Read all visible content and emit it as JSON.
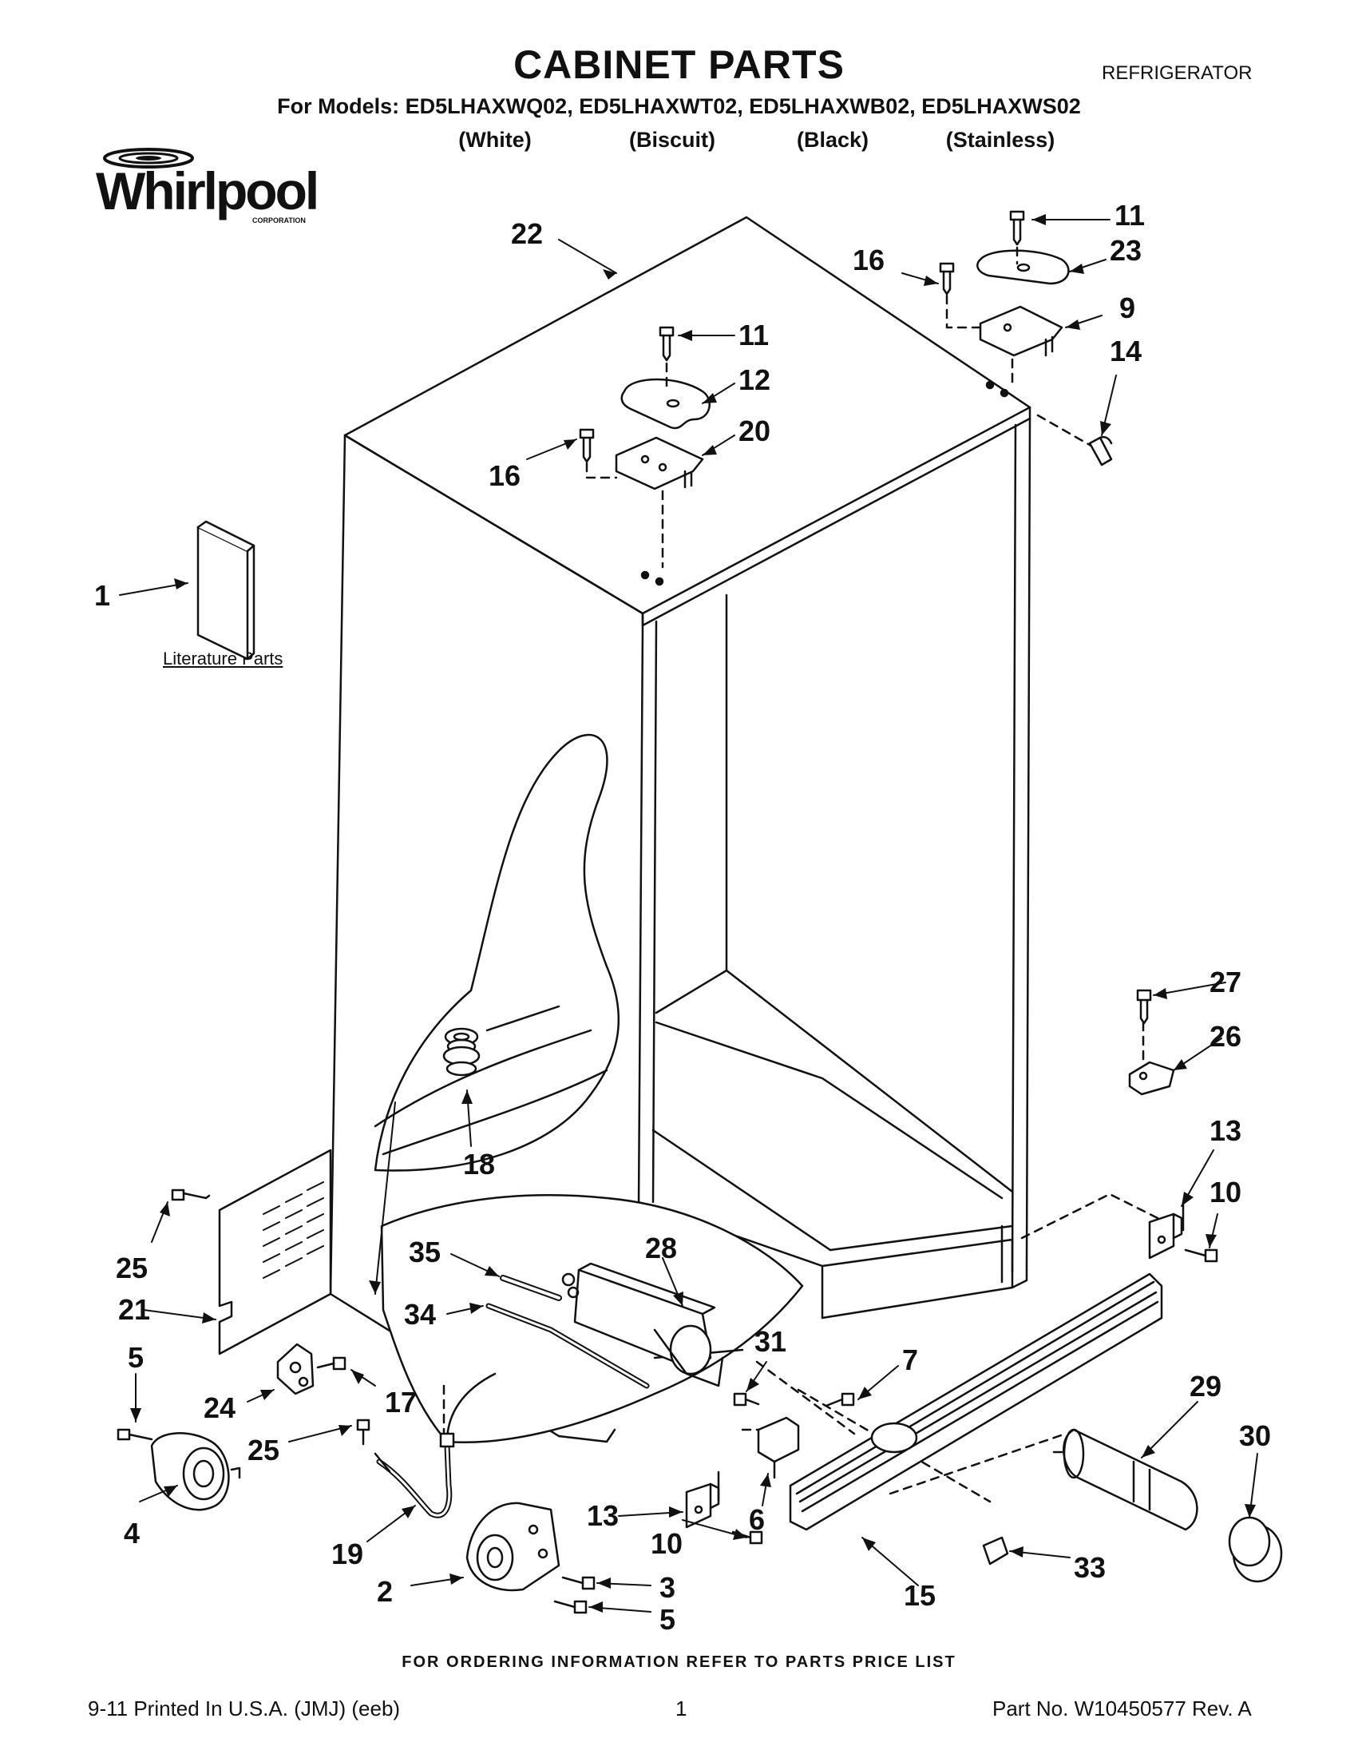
{
  "header": {
    "title": "CABINET PARTS",
    "doc_type": "REFRIGERATOR",
    "models_line": "For Models: ED5LHAXWQ02, ED5LHAXWT02, ED5LHAXWB02, ED5LHAXWS02",
    "colors": [
      "(White)",
      "(Biscuit)",
      "(Black)",
      "(Stainless)"
    ]
  },
  "logo": {
    "brand": "Whirlpool",
    "sub": "CORPORATION"
  },
  "literature_label": "Literature Parts",
  "callouts": {
    "c1": "1",
    "c2": "2",
    "c3": "3",
    "c4": "4",
    "c5a": "5",
    "c5b": "5",
    "c6": "6",
    "c7": "7",
    "c9": "9",
    "c10a": "10",
    "c10b": "10",
    "c11a": "11",
    "c11b": "11",
    "c12": "12",
    "c13a": "13",
    "c13b": "13",
    "c14": "14",
    "c15": "15",
    "c16a": "16",
    "c16b": "16",
    "c17": "17",
    "c18": "18",
    "c19": "19",
    "c20": "20",
    "c21": "21",
    "c22": "22",
    "c23": "23",
    "c24": "24",
    "c25a": "25",
    "c25b": "25",
    "c26": "26",
    "c27": "27",
    "c28": "28",
    "c29": "29",
    "c30": "30",
    "c31": "31",
    "c33": "33",
    "c34": "34",
    "c35": "35"
  },
  "footer": {
    "ordering": "FOR ORDERING INFORMATION REFER TO PARTS PRICE LIST",
    "print_info": "9-11 Printed In U.S.A. (JMJ) (eeb)",
    "page": "1",
    "part_no": "Part No. W10450577 Rev. A"
  }
}
